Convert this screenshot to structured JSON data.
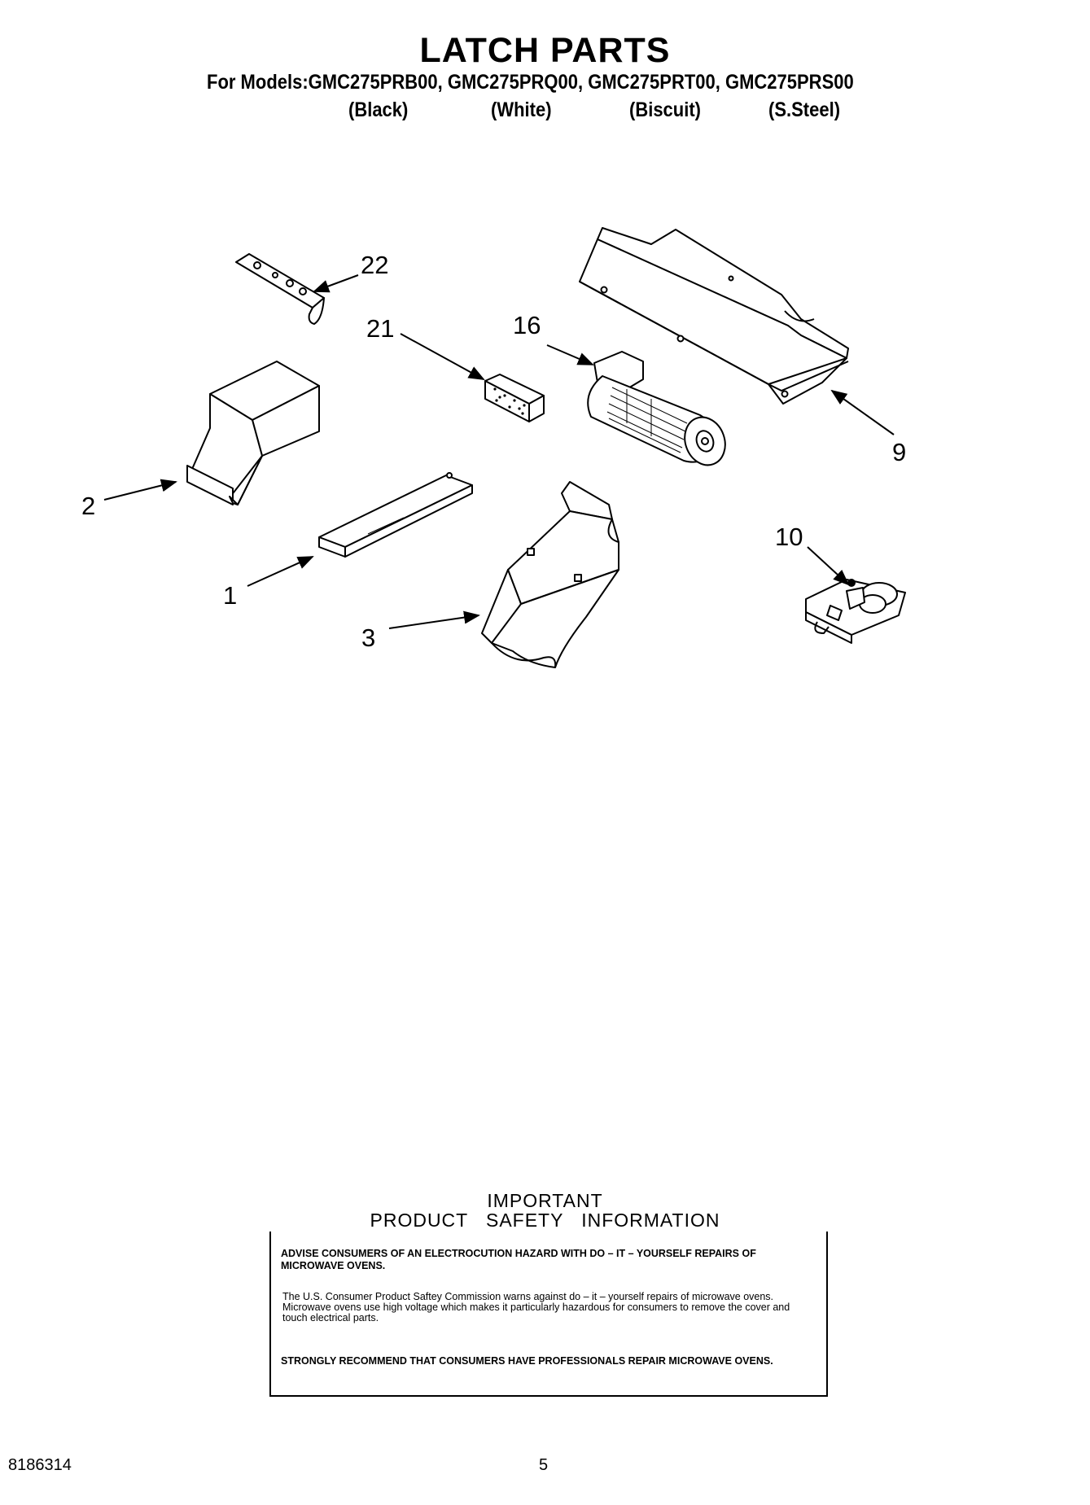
{
  "header": {
    "title": "LATCH PARTS",
    "models_line": "For Models:GMC275PRB00, GMC275PRQ00, GMC275PRT00, GMC275PRS00",
    "colors": [
      "(Black)",
      "(White)",
      "(Biscuit)",
      "(S.Steel)"
    ]
  },
  "diagram": {
    "callouts": [
      "22",
      "21",
      "16",
      "9",
      "2",
      "1",
      "3",
      "10"
    ]
  },
  "safety": {
    "heading_line1": "IMPORTANT",
    "heading_line2": "PRODUCT   SAFETY   INFORMATION",
    "warning_1": "ADVISE CONSUMERS OF AN ELECTROCUTION HAZARD WITH DO – IT – YOURSELF REPAIRS OF MICROWAVE OVENS.",
    "body": "The U.S. Consumer Product Saftey Commission warns against do – it – yourself repairs of microwave ovens. Microwave ovens use high voltage which makes it particularly hazardous for consumers to remove the cover and touch electrical parts.",
    "warning_2": "STRONGLY RECOMMEND THAT CONSUMERS HAVE PROFESSIONALS REPAIR MICROWAVE OVENS."
  },
  "footer": {
    "doc_number": "8186314",
    "page_number": "5"
  }
}
